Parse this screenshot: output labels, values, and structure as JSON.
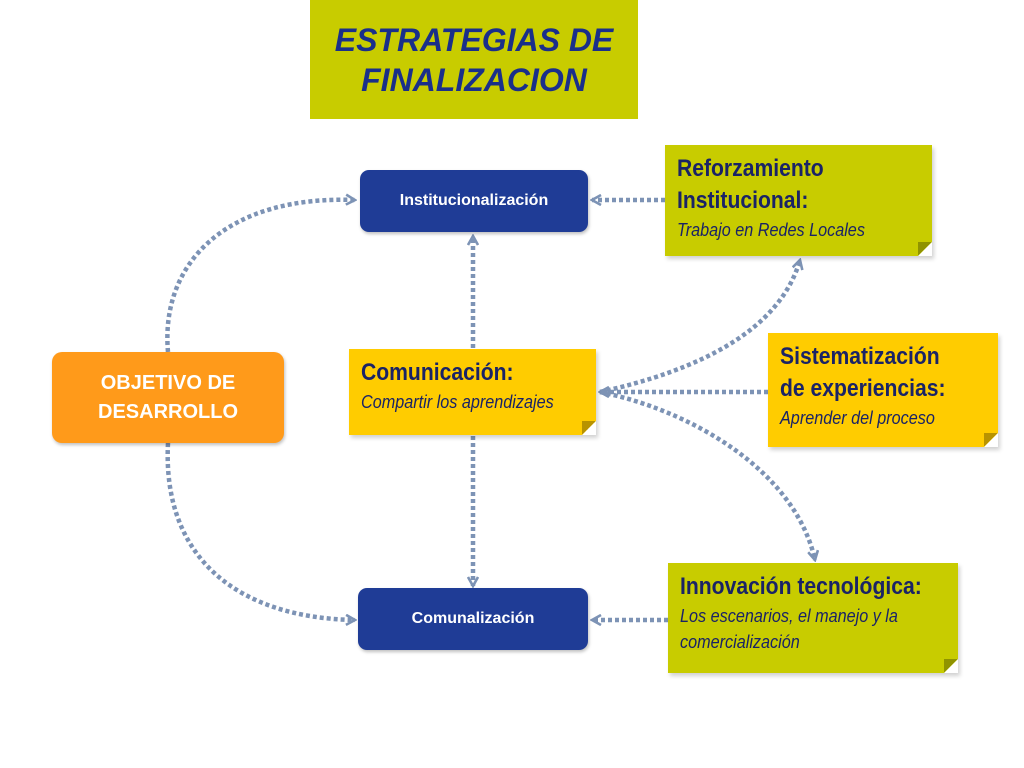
{
  "title": {
    "line1": "ESTRATEGIAS DE",
    "line2": "FINALIZACION"
  },
  "objective": {
    "line1": "OBJETIVO DE",
    "line2": "DESARROLLO"
  },
  "institucionalizacion": {
    "label": "Institucionalización"
  },
  "comunalizacion": {
    "label": "Comunalización"
  },
  "comunicacion": {
    "heading": "Comunicación:",
    "sub": "Compartir los aprendizajes"
  },
  "reforzamiento": {
    "heading1": "Reforzamiento",
    "heading2": "Institucional:",
    "sub": "Trabajo en Redes Locales"
  },
  "sistematizacion": {
    "heading1": "Sistematización",
    "heading2": "de experiencias:",
    "sub": "Aprender del proceso"
  },
  "innovacion": {
    "heading": "Innovación tecnológica:",
    "sub1": "Los escenarios, el manejo y la",
    "sub2": "comercialización"
  },
  "colors": {
    "title_bg": "#c8cc00",
    "blue": "#1f3c96",
    "orange": "#ff9a1a",
    "olive_note": "#c8cc00",
    "yellow_note": "#ffcc00",
    "arrow": "#7d93b5"
  }
}
